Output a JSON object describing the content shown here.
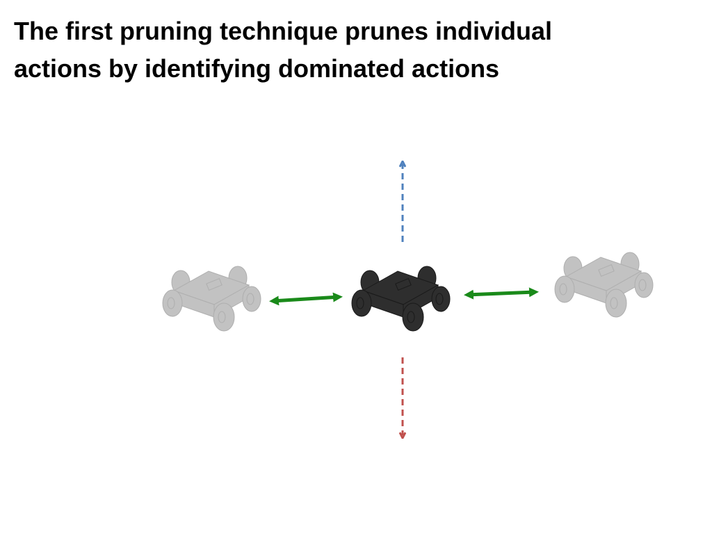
{
  "slide": {
    "title_line1": "The first pruning technique prunes individual",
    "title_line2": "actions by identifying dominated actions"
  },
  "diagram": {
    "nodes": [
      {
        "name": "robot-left",
        "state": "faded"
      },
      {
        "name": "robot-center",
        "state": "current"
      },
      {
        "name": "robot-right",
        "state": "faded"
      }
    ],
    "actions": [
      {
        "name": "move-up",
        "style": "dashed",
        "color": "#4F81BD"
      },
      {
        "name": "move-down",
        "style": "dashed",
        "color": "#C0504D"
      },
      {
        "name": "move-left-right",
        "style": "solid-double",
        "color": "#1A8A1A"
      }
    ]
  },
  "colors": {
    "up_arrow": "#4F81BD",
    "down_arrow": "#C0504D",
    "lateral_arrow": "#1A8A1A",
    "robot_dark": "#3a3a3a",
    "robot_faded": "#b9b9b9"
  }
}
